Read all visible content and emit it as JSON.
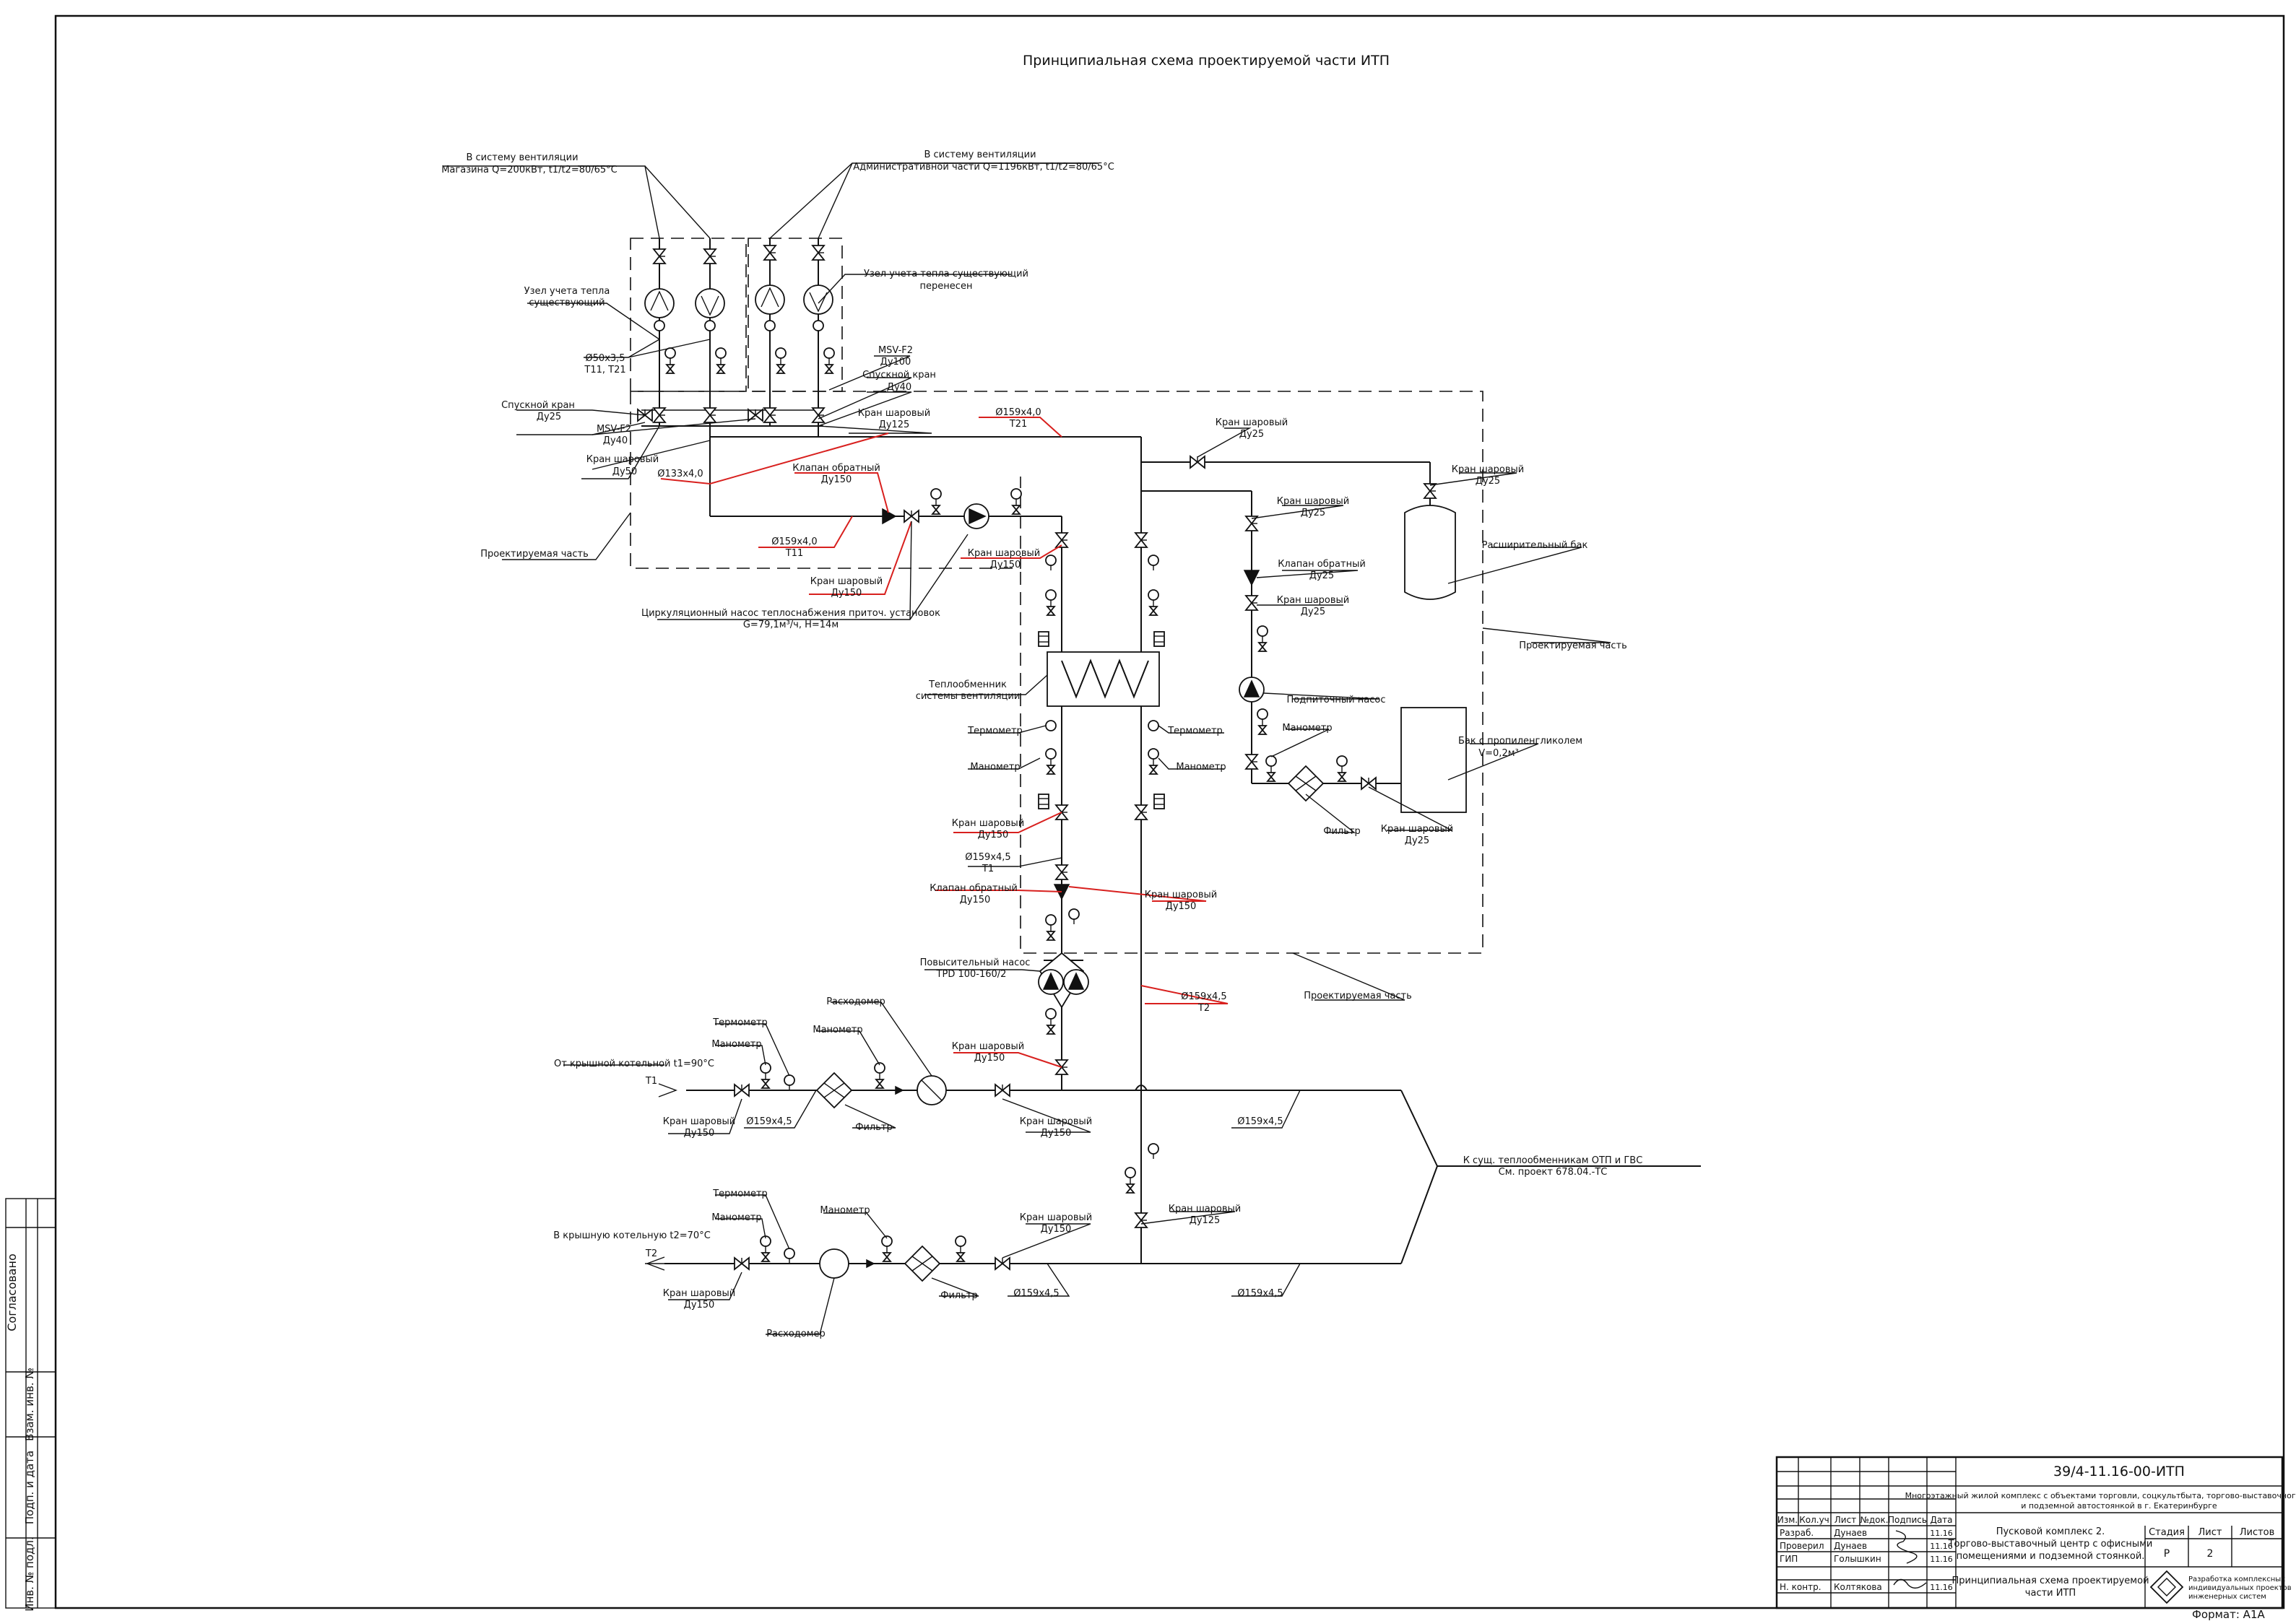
{
  "title": "Принципиальная схема проектируемой части ИТП",
  "labels": {
    "vent_shop_1": "В систему вентиляции",
    "vent_shop_2": "Магазина Q=200кВт, t1/t2=80/65°С",
    "vent_admin_1": "В систему вентиляции",
    "vent_admin_2": "Административной части Q=1196кВт, t1/t2=80/65°С",
    "meter_left_1": "Узел учета тепла",
    "meter_left_2": "существующий",
    "meter_right_1": "Узел учета тепла существующий",
    "meter_right_2": "перенесен",
    "pipe_d50_1": "Ø50х3,5",
    "pipe_d50_2": "Т11, Т21",
    "msv_right_1": "MSV-F2",
    "msv_right_2": "Ду100",
    "drain_right_1": "Спускной кран",
    "drain_right_2": "Ду40",
    "drain_left_1": "Спускной кран",
    "drain_left_2": "Ду25",
    "ball_du125_1": "Кран шаровый",
    "ball_du125_2": "Ду125",
    "msv_left_1": "MSV-F2",
    "msv_left_2": "Ду40",
    "ball_du50_1": "Кран шаровый",
    "ball_du50_2": "Ду50",
    "pipe_133": "Ø133х4,0",
    "check_du150_top_1": "Клапан обратный",
    "check_du150_top_2": "Ду150",
    "pipe_159_t21_1": "Ø159х4,0",
    "pipe_159_t21_2": "Т21",
    "pipe_159_t11_1": "Ø159х4,0",
    "pipe_159_t11_2": "Т11",
    "projected_1": "Проектируемая часть",
    "ball_du150_mid_1": "Кран шаровый",
    "ball_du150_mid_2": "Ду150",
    "ball_du150_low_1": "Кран шаровый",
    "ball_du150_low_2": "Ду150",
    "circ_pump_1": "Циркуляционный насос теплоснабжения приточ. установок",
    "circ_pump_2": "G=79,1м³/ч, Н=14м",
    "hex_1": "Теплообменник",
    "hex_2": "системы вентиляции",
    "thermo_l": "Термометр",
    "mano_l": "Манометр",
    "thermo_r": "Термометр",
    "mano_r": "Манометр",
    "ball_du150_d_1": "Кран шаровый",
    "ball_du150_d_2": "Ду150",
    "pipe_159_t1_1": "Ø159х4,5",
    "pipe_159_t1_2": "Т1",
    "check_du150_d_1": "Клапан обратный",
    "check_du150_d_2": "Ду150",
    "ball_du150_r_1": "Кран шаровый",
    "ball_du150_r_2": "Ду150",
    "booster_1": "Повысительный насос",
    "booster_2": "TPD 100-160/2",
    "pipe_159_t2_1": "Ø159х4,5",
    "pipe_159_t2_2": "Т2",
    "projected_3": "Проектируемая часть",
    "ball_du150_bp_1": "Кран шаровый",
    "ball_du150_bp_2": "Ду150",
    "ball_du25_a_1": "Кран шаровый",
    "ball_du25_a_2": "Ду25",
    "ball_du25_b_1": "Кран шаровый",
    "ball_du25_b_2": "Ду25",
    "ball_du25_c_1": "Кран шаровый",
    "ball_du25_c_2": "Ду25",
    "check_du25_1": "Клапан обратный",
    "check_du25_2": "Ду25",
    "ball_du25_d_1": "Кран шаровый",
    "ball_du25_d_2": "Ду25",
    "exp_tank": "Расширительный бак",
    "projected_2": "Проектируемая часть",
    "makeup_pump": "Подпиточный насос",
    "mano_mk": "Манометр",
    "tank_pg_1": "Бак с пропиленгликолем",
    "tank_pg_2": "V=0,2м³",
    "filter_mk": "Фильтр",
    "ball_du25_e_1": "Кран шаровый",
    "ball_du25_e_2": "Ду25",
    "thermo_t1": "Термометр",
    "mano_t1": "Манометр",
    "flow_t1": "Расходомер",
    "mano_t1b": "Манометр",
    "from_boiler": "От крышной котельной t1=90°С",
    "t1": "Т1",
    "ball_t1_1": "Кран шаровый",
    "ball_t1_2": "Ду150",
    "pipe_t1": "Ø159х4,5",
    "filter_t1": "Фильтр",
    "ball_t1b_1": "Кран шаровый",
    "ball_t1b_2": "Ду150",
    "pipe_t1_r": "Ø159х4,5",
    "to_hex_1": "К сущ. теплообменникам ОТП и ГВС",
    "to_hex_2": "См. проект 678.04.-ТС",
    "thermo_t2": "Термометр",
    "mano_t2": "Манометр",
    "mano_t2b": "Манометр",
    "to_boiler": "В крышную котельную t2=70°С",
    "t2": "Т2",
    "ball_t2_1": "Кран шаровый",
    "ball_t2_2": "Ду150",
    "flow_t2": "Расходомер",
    "filter_t2": "Фильтр",
    "ball_t2b_1": "Кран шаровый",
    "ball_t2b_2": "Ду150",
    "pipe_t2": "Ø159х4,5",
    "ball_du125b_1": "Кран шаровый",
    "ball_du125b_2": "Ду125",
    "pipe_t2_r": "Ø159х4,5"
  },
  "side_stamp": {
    "agreed": "Согласовано",
    "vzam": "Взам. инв. №",
    "sign_date": "Подп. и дата",
    "inv": "Инв. № подл."
  },
  "title_block": {
    "code": "39/4-11.16-00-ИТП",
    "project_1": "Многоэтажный жилой комплекс с объектами торговли, соцкультбыта, торгово-выставочного центра",
    "project_2": "и подземной автостоянкой в г. Екатеринбурге",
    "head_izm": "Изм.",
    "head_kol": "Кол.уч",
    "head_list": "Лист",
    "head_doc": "№док.",
    "head_sign": "Подпись",
    "head_date": "Дата",
    "role_1": "Разраб.",
    "name_1": "Дунаев",
    "date_1": "11.16",
    "role_2": "Проверил",
    "name_2": "Дунаев",
    "date_2": "11.16",
    "role_3": "ГИП",
    "name_3": "Голышкин",
    "date_3": "11.16",
    "role_4": "Н. контр.",
    "name_4": "Колтякова",
    "date_4": "11.16",
    "object_1": "Пусковой комплекс 2.",
    "object_2": "Торгово-выставочный центр с офисными",
    "object_3": "помещениями и подземной стоянкой.",
    "sheet_title_1": "Принципиальная схема проектируемой",
    "sheet_title_2": "части ИТП",
    "stage_label": "Стадия",
    "list_label": "Лист",
    "lists_label": "Листов",
    "stage": "Р",
    "list": "2",
    "org_1": "Разработка комплексных",
    "org_2": "индивидуальных проектов",
    "org_3": "инженерных систем",
    "format": "Формат: А1А"
  }
}
